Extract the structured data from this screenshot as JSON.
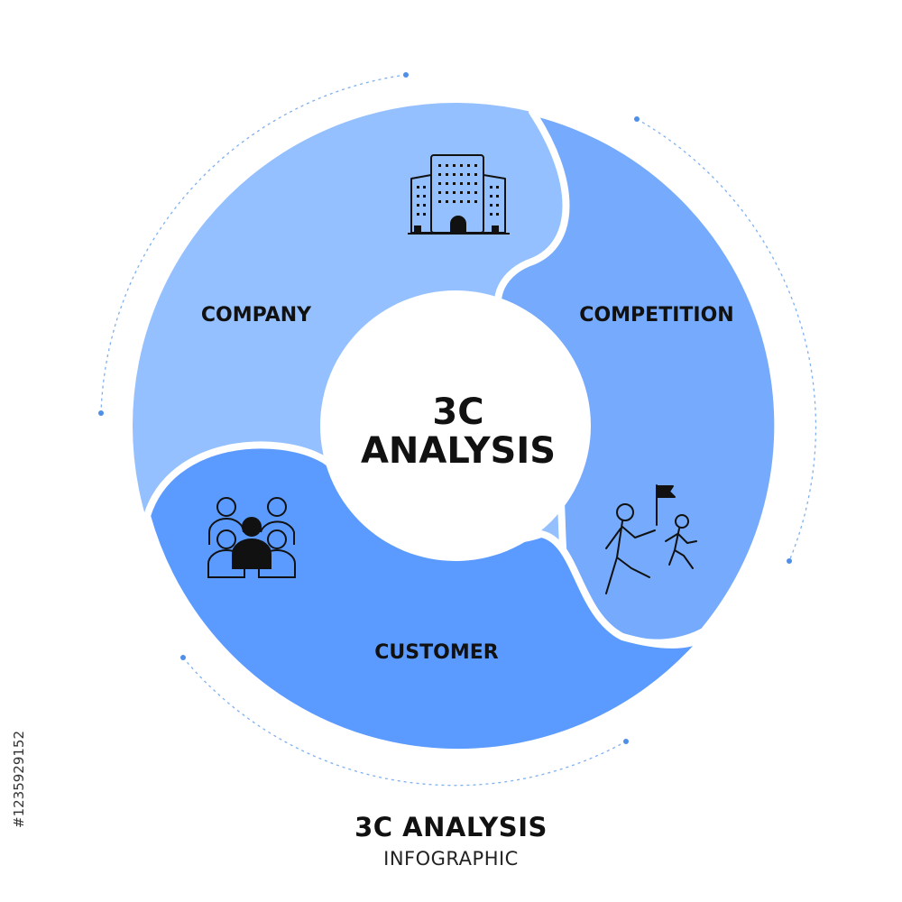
{
  "diagram": {
    "center": {
      "line1": "3C",
      "line2": "ANALYSIS"
    },
    "segments": [
      {
        "label": "COMPANY",
        "icon": "office-building-icon",
        "color": "#94c0ff"
      },
      {
        "label": "COMPETITION",
        "icon": "runners-flag-icon",
        "color": "#75aafc"
      },
      {
        "label": "CUSTOMER",
        "icon": "people-group-icon",
        "color": "#5b9bff"
      }
    ],
    "accent_color": "#4f8fe8"
  },
  "footer": {
    "title": "3C ANALYSIS",
    "subtitle": "INFOGRAPHIC"
  },
  "side_text": "#1235929152"
}
